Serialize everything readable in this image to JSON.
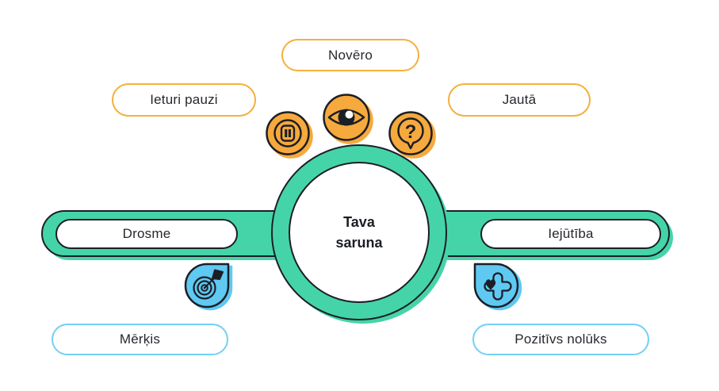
{
  "diagram": {
    "title_note": "conversation skills diagram",
    "center": {
      "line1": "Tava",
      "line2": "saruna"
    },
    "top": {
      "pause_pill": "Ieturi pauzi",
      "observe_pill": "Novēro",
      "ask_pill": "Jautā"
    },
    "band": {
      "left_pill": "Drosme",
      "right_pill": "Iejūtība"
    },
    "bottom": {
      "goal_pill": "Mērķis",
      "intent_pill": "Pozitīvs nolūks"
    },
    "icons": {
      "pause": "pause-icon",
      "eye": "eye-icon",
      "question": "question-icon",
      "target": "target-dart-icon",
      "heart_plus": "heart-plus-icon",
      "question_glyph": "?"
    },
    "colors": {
      "green": "#45D4A8",
      "orange_fill": "#F6A93C",
      "orange_border": "#F5B03C",
      "blue_fill": "#5FC9F2",
      "blue_border": "#74CFF4",
      "outline": "#1C1E26",
      "text": "#26282E"
    }
  }
}
